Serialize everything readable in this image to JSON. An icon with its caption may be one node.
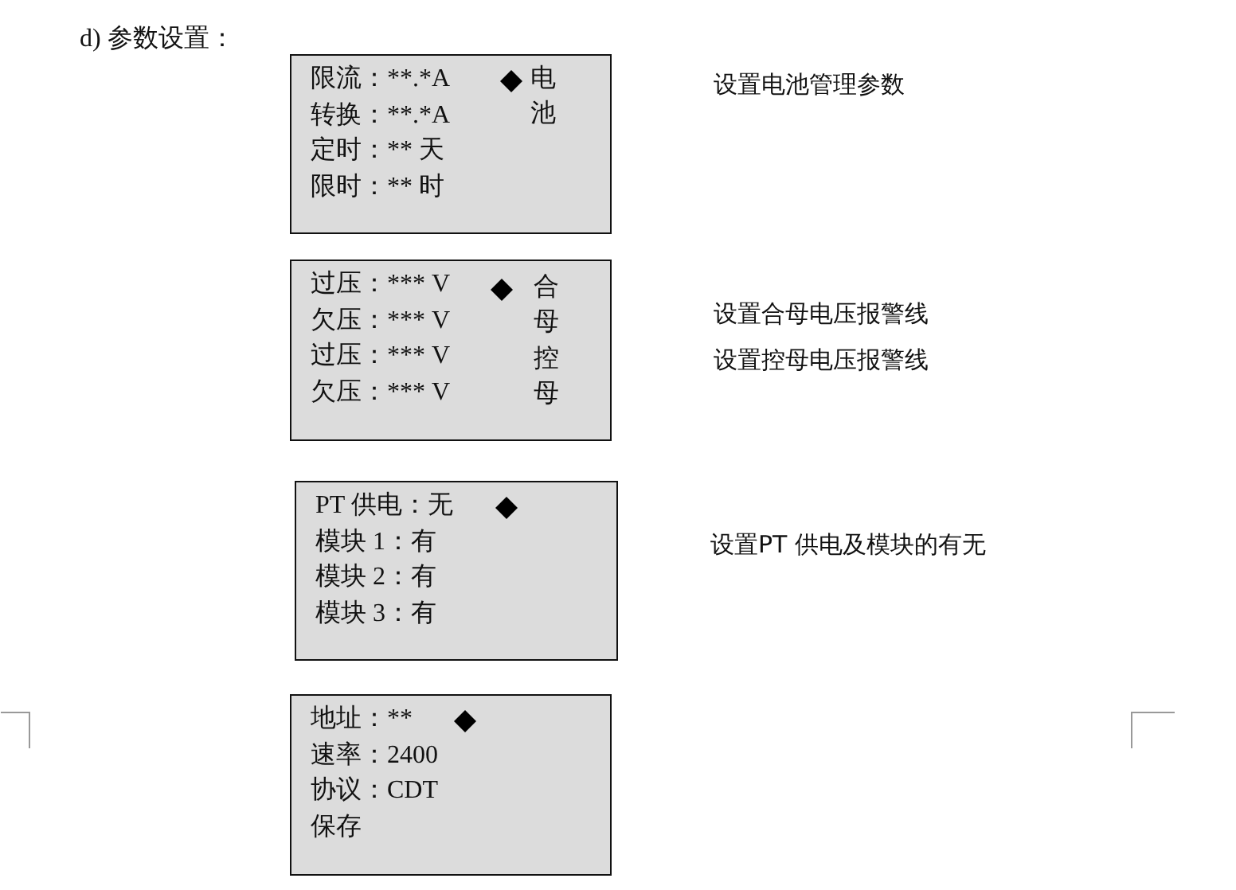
{
  "diagram": {
    "title": "d) 参数设置：",
    "nodes": [
      {
        "text": [
          "限流：**.*A",
          "转换：**.*A",
          "定时：** 天",
          "限时：** 时",
          "电池"
        ]
      },
      {
        "text": [
          "过压：*** V",
          "欠压：*** V",
          "过压：*** V",
          "欠压：*** V",
          "合母",
          "控母"
        ]
      },
      {
        "text": [
          "PT 供电：无",
          "模块 1：有",
          "模块 2：有",
          "模块 3：有"
        ]
      },
      {
        "text": [
          "地址：**",
          "速率：2400",
          "协议：CDT",
          "保存"
        ]
      }
    ],
    "edges": [],
    "labels": [
      "设置电池管理参数",
      "设置合母电压报警线",
      "设置控母电压报警线",
      "设置PT 供电及模块的有无"
    ]
  }
}
